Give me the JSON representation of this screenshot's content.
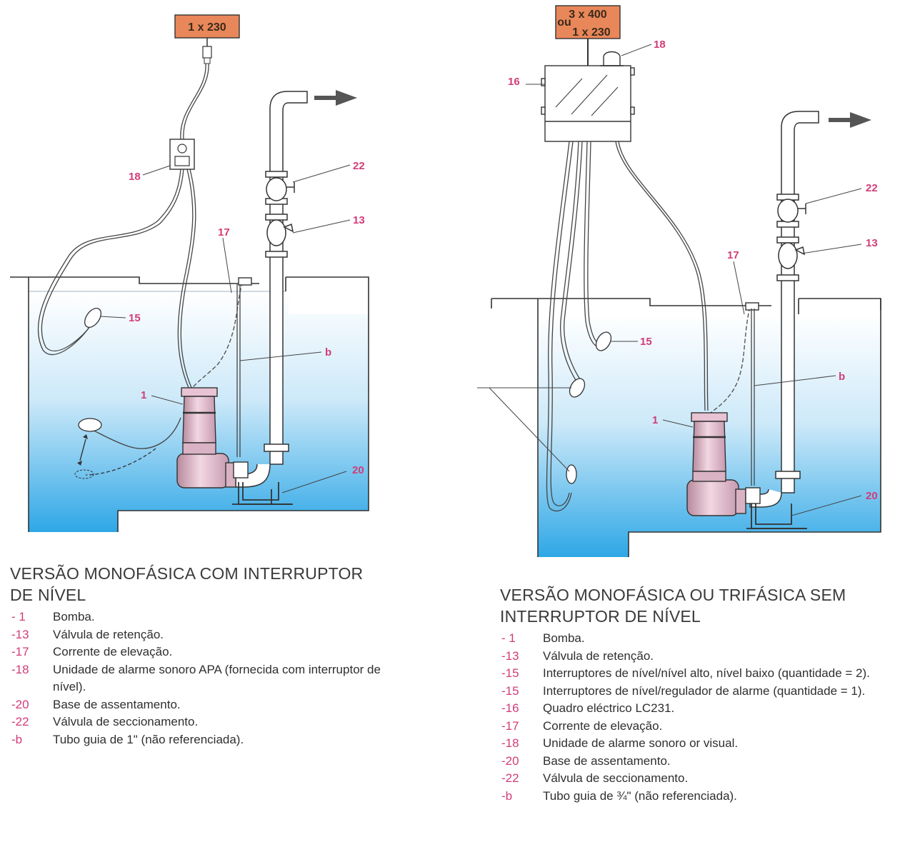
{
  "diagram_left": {
    "supply_label": "1 x 230",
    "callouts": {
      "c18": "18",
      "c17": "17",
      "c22": "22",
      "c13": "13",
      "c15": "15",
      "cb": "b",
      "c1": "1",
      "c20": "20"
    }
  },
  "diagram_right": {
    "supply_label_line1": "3 x 400",
    "supply_label_ou": "ou",
    "supply_label_line2": "1 x 230",
    "callouts": {
      "c18": "18",
      "c16": "16",
      "c22": "22",
      "c13": "13",
      "c17": "17",
      "c15": "15",
      "cb": "b",
      "c1": "1",
      "c20": "20"
    }
  },
  "legend_left": {
    "title": "VERSÃO MONOFÁSICA COM INTERRUPTOR DE NÍVEL",
    "items": [
      {
        "num": "- 1",
        "text": "Bomba."
      },
      {
        "num": "-13",
        "text": "Válvula de retenção."
      },
      {
        "num": "-17",
        "text": "Corrente de elevação."
      },
      {
        "num": "-18",
        "text": "Unidade de alarme sonoro APA (fornecida com interruptor de nível)."
      },
      {
        "num": "-20",
        "text": "Base de assentamento."
      },
      {
        "num": "-22",
        "text": "Válvula de seccionamento."
      },
      {
        "num": "-b",
        "text": "Tubo guia de 1\" (não referenciada)."
      }
    ]
  },
  "legend_right": {
    "title": "VERSÃO MONOFÁSICA OU TRIFÁSICA SEM INTERRUPTOR DE NÍVEL",
    "items": [
      {
        "num": "- 1",
        "text": "Bomba."
      },
      {
        "num": "-13",
        "text": "Válvula de retenção."
      },
      {
        "num": "-15",
        "text": "Interruptores de nível/nível alto, nível baixo (quantidade = 2)."
      },
      {
        "num": "-15",
        "text": "Interruptores de nível/regulador de alarme (quantidade = 1)."
      },
      {
        "num": "-16",
        "text": "Quadro eléctrico LC231."
      },
      {
        "num": "-17",
        "text": "Corrente de elevação."
      },
      {
        "num": "-18",
        "text": "Unidade de alarme sonoro or visual."
      },
      {
        "num": "-20",
        "text": "Base de assentamento."
      },
      {
        "num": "-22",
        "text": "Válvula de seccionamento."
      },
      {
        "num": "-b",
        "text": "Tubo guia de ¾\" (não referenciada)."
      }
    ]
  },
  "colors": {
    "accent": "#d23c78",
    "supply_box": "#e8875a",
    "water_top": "#ffffff",
    "water_bottom": "#2ea7e6"
  }
}
